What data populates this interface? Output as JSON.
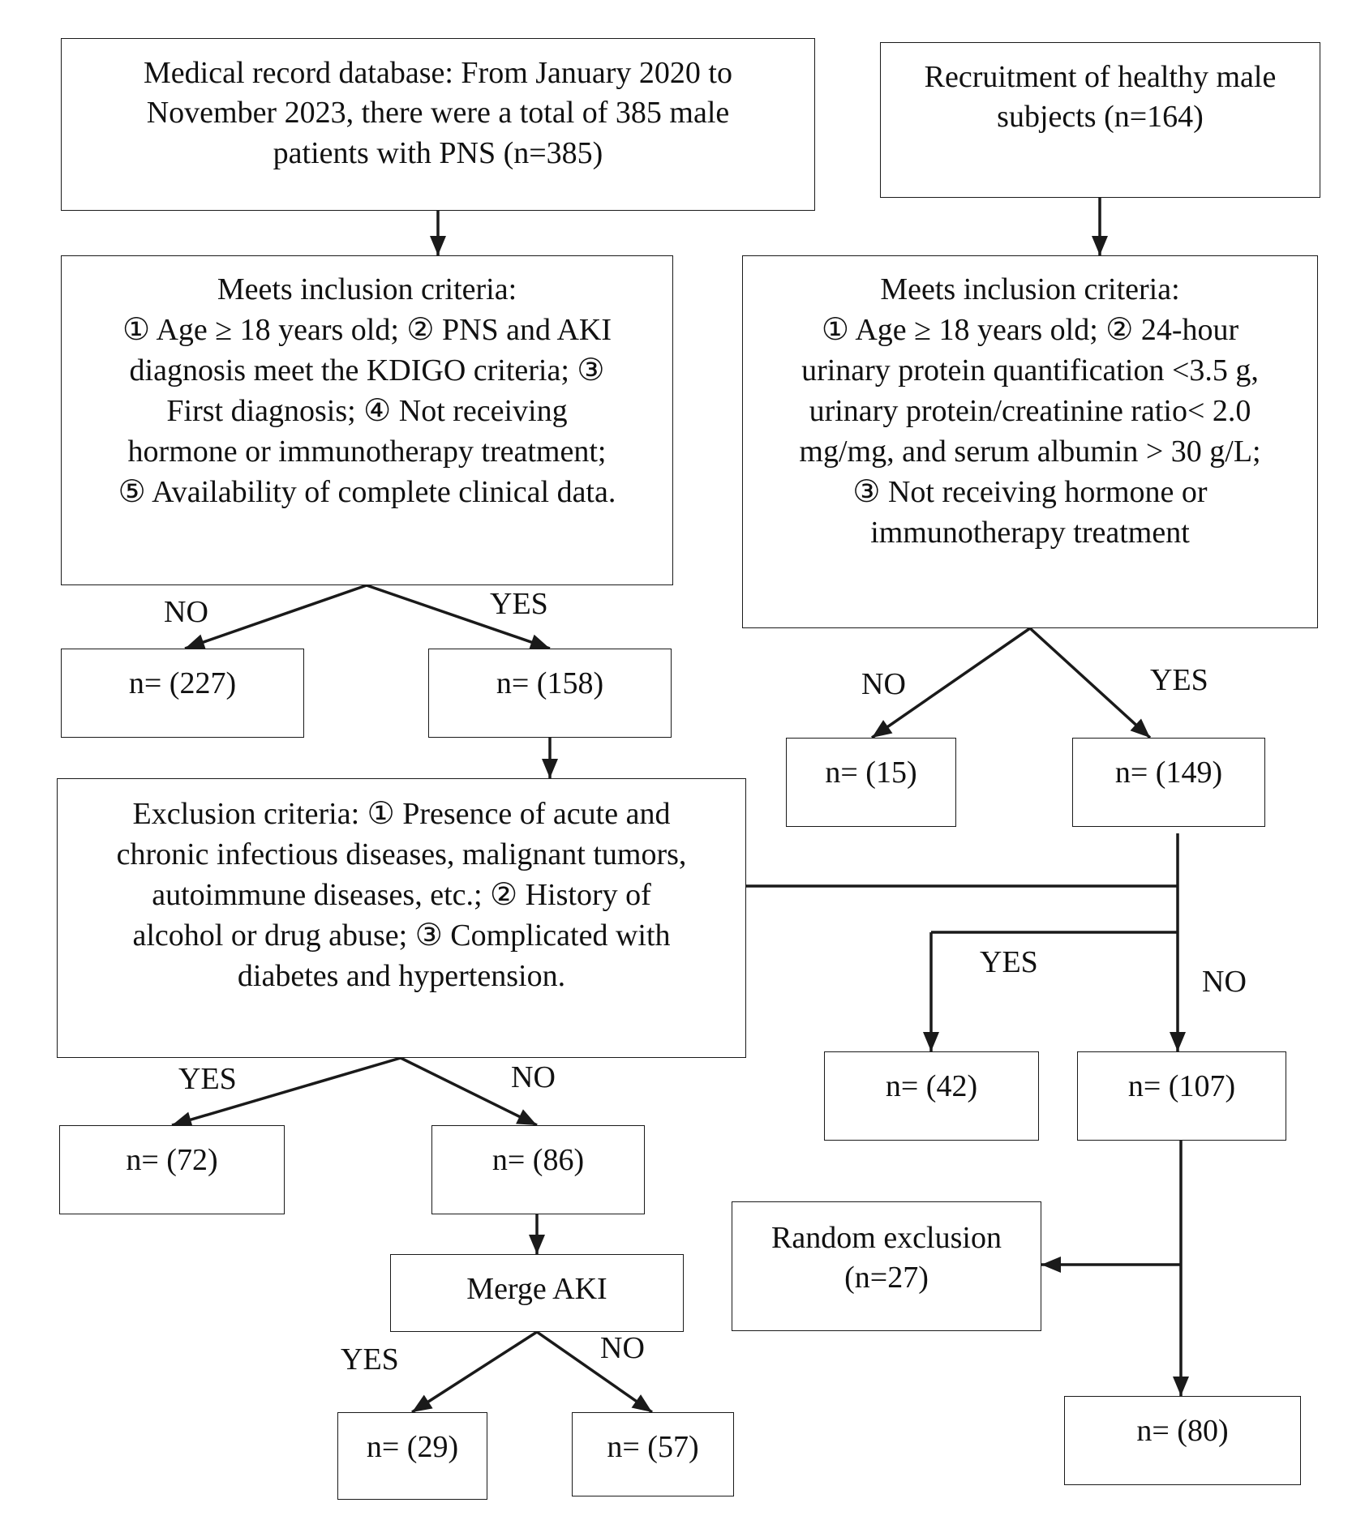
{
  "nodes": {
    "medical_record": [
      "Medical record database: From January 2020 to",
      "November 2023, there were a total of 385 male",
      "patients with PNS (n=385)"
    ],
    "recruitment": [
      "Recruitment of healthy male",
      "subjects (n=164)"
    ],
    "inclusion_left": [
      "Meets inclusion criteria:",
      "① Age ≥ 18 years old; ② PNS and AKI",
      "diagnosis meet the KDIGO criteria; ③",
      "First diagnosis; ④ Not receiving",
      "hormone or immunotherapy treatment;",
      "⑤ Availability of complete clinical data."
    ],
    "inclusion_right": [
      "Meets inclusion criteria:",
      "① Age ≥ 18 years old; ② 24-hour",
      "urinary protein quantification <3.5 g,",
      "urinary protein/creatinine ratio< 2.0",
      "mg/mg, and serum albumin > 30 g/L;",
      "③ Not receiving hormone or",
      "immunotherapy treatment"
    ],
    "n227": "n= (227)",
    "n158": "n= (158)",
    "n15": "n= (15)",
    "n149": "n= (149)",
    "exclusion": [
      "Exclusion criteria: ① Presence of acute and",
      "chronic infectious diseases, malignant tumors,",
      "autoimmune diseases, etc.; ② History of",
      "alcohol or drug abuse; ③ Complicated with",
      "diabetes and hypertension."
    ],
    "n72": "n= (72)",
    "n86": "n= (86)",
    "n42": "n= (42)",
    "n107": "n= (107)",
    "merge_aki": "Merge AKI",
    "random_exclusion": [
      "Random exclusion",
      "(n=27)"
    ],
    "n29": "n= (29)",
    "n57": "n= (57)",
    "n80": "n= (80)"
  },
  "edge_labels": {
    "no_left_inclusion": "NO",
    "yes_left_inclusion": "YES",
    "no_right_inclusion": "NO",
    "yes_right_inclusion": "YES",
    "yes_exclusion_right": "YES",
    "no_exclusion_right": "NO",
    "yes_exclusion_left": "YES",
    "no_exclusion_left": "NO",
    "yes_merge": "YES",
    "no_merge": "NO"
  }
}
